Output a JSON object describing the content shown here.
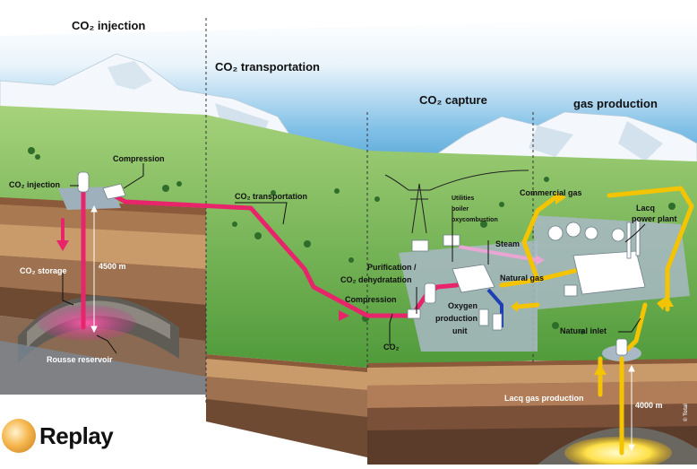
{
  "sections": {
    "injection": "CO₂ injection",
    "transportation": "CO₂ transportation",
    "capture": "CO₂ capture",
    "gas_production": "gas production"
  },
  "labels": {
    "compression_left": "Compression",
    "co2_injection": "CO₂ injection",
    "co2_transportation": "CO₂ transportation",
    "depth_left": "4500 m",
    "co2_storage": "CO₂ storage",
    "rousse_reservoir": "Rousse reservoir",
    "utilities": "Utilities",
    "boiler": "boiler",
    "oxycombustion": "oxycombustion",
    "steam": "Steam",
    "natural_gas": "Natural gas",
    "purification": "Purification /",
    "co2_dehydration": "CO₂ dehydratation",
    "compression_mid": "Compression",
    "oxygen": "Oxygen",
    "production": "production",
    "unit": "unit",
    "co2": "CO₂",
    "commercial_gas": "Commercial gas",
    "lacq": "Lacq",
    "power_plant": "power plant",
    "natural_inlet": "Natural inlet",
    "lacq_gas_production": "Lacq gas production",
    "depth_right": "4000 m"
  },
  "credit": "© Total",
  "replay": {
    "label": "Replay"
  },
  "colors": {
    "co2_pipe": "#e8246a",
    "gas_pipe": "#f5c400",
    "steam_pipe": "#e9a6d2",
    "oxygen_pipe": "#1f3fb5",
    "ground_top": "#6fae48",
    "sky": "#2f8fc8"
  }
}
